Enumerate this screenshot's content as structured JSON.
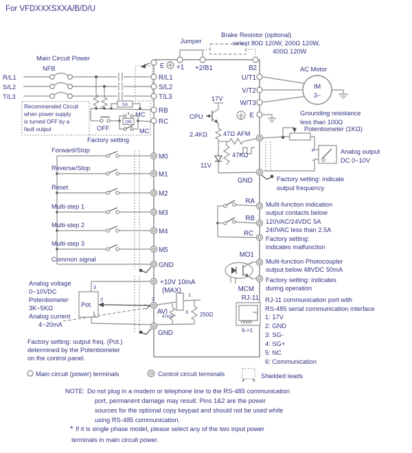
{
  "title": "For VFDXXXSXXA/B/D/U",
  "colors": {
    "text": "#2f3280",
    "line": "#8c8c8c",
    "dark": "#4d4d4d"
  },
  "top": {
    "jumper": "Jumper",
    "brake1": "Brake Resistor (optional)",
    "brake2": "select 80Ω 120W, 200Ω 120W,",
    "brake3": "400Ω 120W",
    "e": "E",
    "plus1": "+1",
    "plus2": "+2/B1",
    "b2": "B2"
  },
  "power": {
    "heading": "Main Circuit Power",
    "nfb": "NFB",
    "in": [
      "R/L1",
      "S/L2",
      "T/L3"
    ],
    "term": [
      "R/L1",
      "S/L2",
      "T/L3"
    ],
    "rb": "RB",
    "rc": "RC",
    "rec": [
      "Recommended Circuit",
      "when power supply",
      "is turned OFF by a",
      "fault output"
    ],
    "off": "OFF",
    "on": "ON",
    "sa": "SA",
    "mc1": "MC",
    "mc2": "MC",
    "factory": "Factory setting"
  },
  "inputs": {
    "rows": [
      {
        "label": "Forward/Stop",
        "term": "M0"
      },
      {
        "label": "Reverse/Stop",
        "term": "M1"
      },
      {
        "label": "Reset",
        "term": "M2"
      },
      {
        "label": "Multi-step 1",
        "term": "M3"
      },
      {
        "label": "Multi-step 2",
        "term": "M4"
      },
      {
        "label": "Multi-step 3",
        "term": "M5"
      },
      {
        "label": "Common signal",
        "term": "GND"
      }
    ]
  },
  "analog": {
    "labels": [
      "Analog voltage",
      "0~10VDC",
      "Potentiometer",
      "3K~5KΩ",
      "Analog current",
      "4~20mA"
    ],
    "pot": "Pot.",
    "pin3": "3",
    "pin2": "2",
    "pin1": "1",
    "p10": "+10V 10mA",
    "max": "(MAX)",
    "avi": "AVI",
    "gnd": "GND",
    "n2": "2",
    "n1": "1",
    "n3": "3",
    "r47k": "47KΩ",
    "r250": "250Ω",
    "factory": [
      "Factory setting: output freq. (Pot.)",
      "determined by the Potentiometer",
      "on the control panel."
    ]
  },
  "cpu": {
    "v17": "17V",
    "cpu": "CPU",
    "r24k": "2.4KΩ",
    "r47": "47Ω AFM",
    "r47k": "47KΩ",
    "v11": "11V",
    "gnd": "GND"
  },
  "motor": {
    "title": "AC Motor",
    "im": "IM",
    "ph": "3~",
    "out": [
      "U/T1",
      "V/T2",
      "W/T3"
    ],
    "e": "E",
    "ground1": "Grounding resistance",
    "ground2": "less than 100Ω"
  },
  "aout": {
    "pot": "Potentiometer (1KΩ)",
    "plus": "+",
    "minus": "-",
    "t1": "Analog output",
    "t2": "DC 0~10V",
    "f1": "Factory setting: indicate",
    "f2": "output frequency"
  },
  "relay": {
    "ra": "RA",
    "rb": "RB",
    "rc": "RC",
    "desc": [
      "Multi-function indication",
      "output contacts below",
      "120VAC/24VDC 5A",
      "240VAC less than 2.5A",
      "Factory setting:",
      "indicates malfunction"
    ]
  },
  "photo": {
    "mo1": "MO1",
    "mcm": "MCM",
    "desc": [
      "Multi-function Photocoupler",
      "output below 48VDC 50mA",
      "Factory setting: indicates",
      "during operation"
    ]
  },
  "rj11": {
    "label": "RJ-11",
    "pins": "6->1",
    "desc": [
      "RJ-11 communication port with",
      "RS-485 serial communication interface",
      "1: 17V",
      "2: GND",
      "3: SG-",
      "4: SG+",
      "5: NC",
      "6: Communication"
    ]
  },
  "legend": {
    "main": "Main circuit (power) terminals",
    "control": "Control circuit terminals",
    "shield": "Shielded leads"
  },
  "note": {
    "head": "NOTE:",
    "lines": [
      "Do not plug in a modem or telephone line to the RS-485 communication",
      "port, permanent damage may result. Pins 1&2 are the power",
      "sources for the optional copy keypad and should not be used while",
      "using RS-485 communication."
    ],
    "star": "*",
    "fn1": "If it is single phase model, please select any of the two input power",
    "fn2": "terminals in main circuit power."
  }
}
